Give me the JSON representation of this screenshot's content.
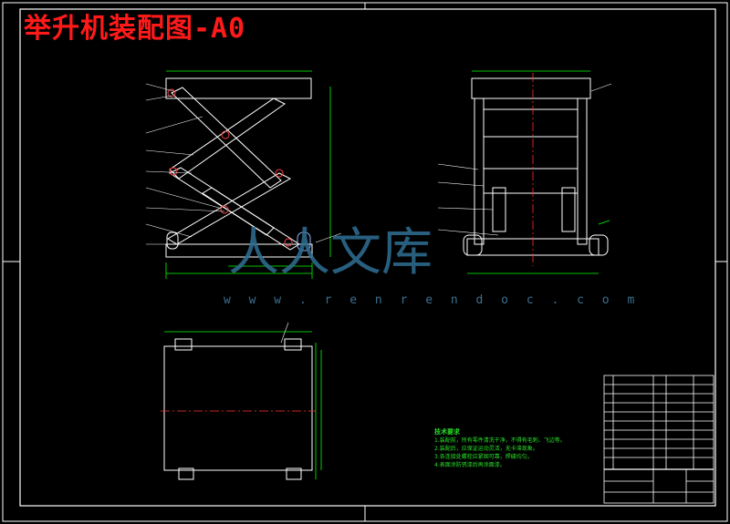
{
  "drawing": {
    "title": "举升机装配图-A0",
    "watermark_url": "w w w . r e n r e n d o c . c o m",
    "watermark_logo": "人人文库"
  },
  "tech_notes": {
    "heading": "技术要求",
    "lines": [
      "1.装配前，所有零件清洗干净，不得有毛刺、飞边等。",
      "2.装配后，应保证运动灵活，无卡滞现象。",
      "3.各连接处螺栓应紧固可靠，焊缝均匀。",
      "4.表面涂防锈漆后再涂面漆。"
    ]
  },
  "colors": {
    "frame": "#ffffff",
    "outline": "#ffffff",
    "dimension": "#00ff00",
    "centerline": "#ff3030",
    "leader": "#ffffff",
    "title": "#ff1a1a",
    "watermark": "#2f6f95"
  }
}
